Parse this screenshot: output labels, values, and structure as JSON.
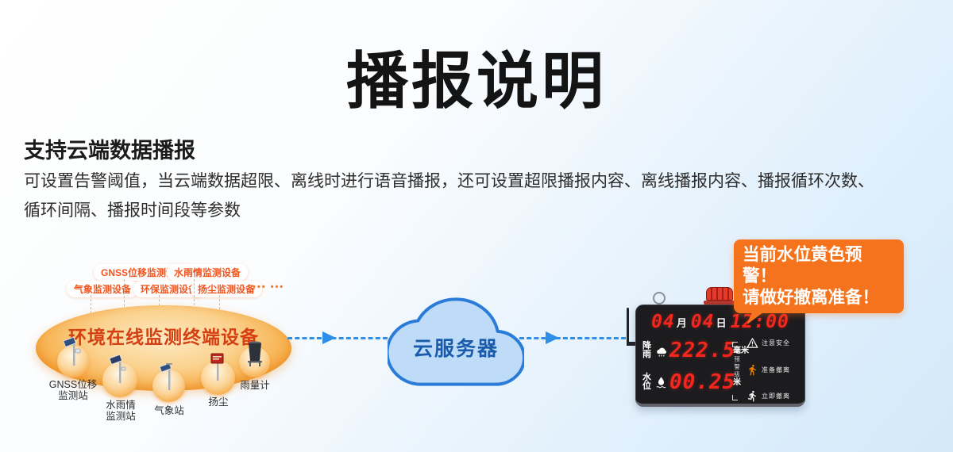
{
  "page": {
    "title": "播报说明",
    "section": {
      "heading": "支持云端数据播报",
      "body_line1": "可设置告警阈值，当云端数据超限、离线时进行语音播报，还可设置超限播报内容、离线播报内容、播报循环次数、",
      "body_line2": "循环间隔、播报时间段等参数"
    }
  },
  "colors": {
    "accent_orange": "#F5731D",
    "tag_text_orange": "#F0551E",
    "ellipse_title_red": "#D63F12",
    "arrow_blue": "#2F8FE8",
    "cloud_fill": "#BEDCF7",
    "cloud_stroke": "#2B7CD9",
    "cloud_text_blue": "#1A5CAB",
    "led_red": "#F5271C",
    "panel_black": "#1C1C1F",
    "walk_icon_orange": "#F08300"
  },
  "diagram": {
    "terminal": {
      "title": "环境在线监测终端设备",
      "tags": [
        "GNSS位移监测设备",
        "水雨情监测设备",
        "气象监测设备",
        "环保监测设备",
        "扬尘监测设备"
      ],
      "more_dots": "••• •••",
      "stations": [
        {
          "line1": "GNSS位移",
          "line2": "监测站"
        },
        {
          "line1": "水雨情",
          "line2": "监测站"
        },
        {
          "line1": "气象站",
          "line2": ""
        },
        {
          "line1": "扬尘",
          "line2": ""
        },
        {
          "line1": "雨量计",
          "line2": ""
        }
      ]
    },
    "cloud": {
      "label": "云服务器"
    },
    "display": {
      "month_value": "04",
      "month_unit": "月",
      "day_value": "04",
      "day_unit": "日",
      "time_value": "12:00",
      "rows": [
        {
          "label": "降雨",
          "value": "222.5",
          "unit": "毫米"
        },
        {
          "label": "水位",
          "value": "00.25",
          "unit": "米"
        }
      ],
      "warning_scale_label": "预警级别",
      "warning_levels": [
        {
          "label": "注意安全"
        },
        {
          "label": "准备撤离"
        },
        {
          "label": "立即撤离"
        }
      ]
    },
    "bubble": {
      "line1": "当前水位黄色预警！",
      "line2": "请做好撤离准备！"
    }
  }
}
